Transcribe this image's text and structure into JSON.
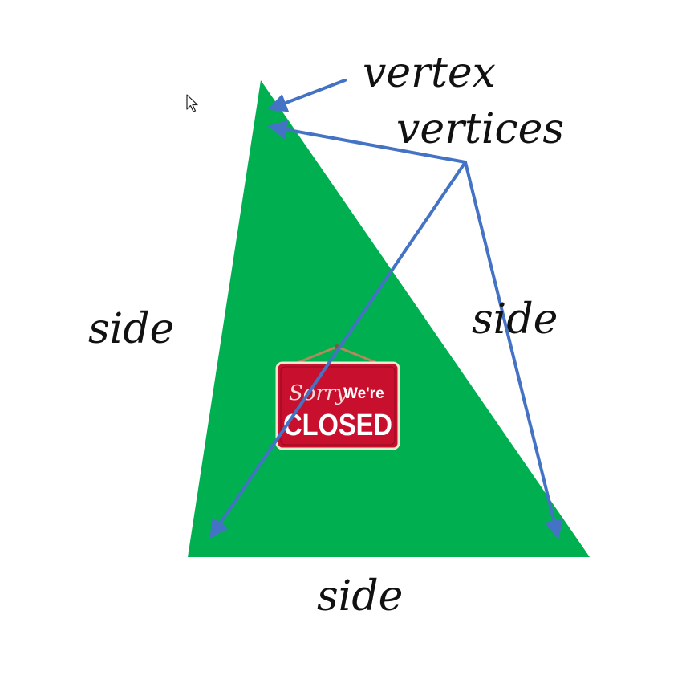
{
  "labels": {
    "vertex": "vertex",
    "vertices": "vertices",
    "side_left": "side",
    "side_right": "side",
    "side_bottom": "side"
  },
  "sign": {
    "script_text": "Sorry",
    "small_text": "We're",
    "big_text": "CLOSED"
  },
  "colors": {
    "triangle_fill": "#00b050",
    "arrow": "#4472c4",
    "sign_red": "#c8102e",
    "sign_text": "#ffffff",
    "label_text": "#111111"
  },
  "icons": [
    "mouse-cursor-icon"
  ]
}
